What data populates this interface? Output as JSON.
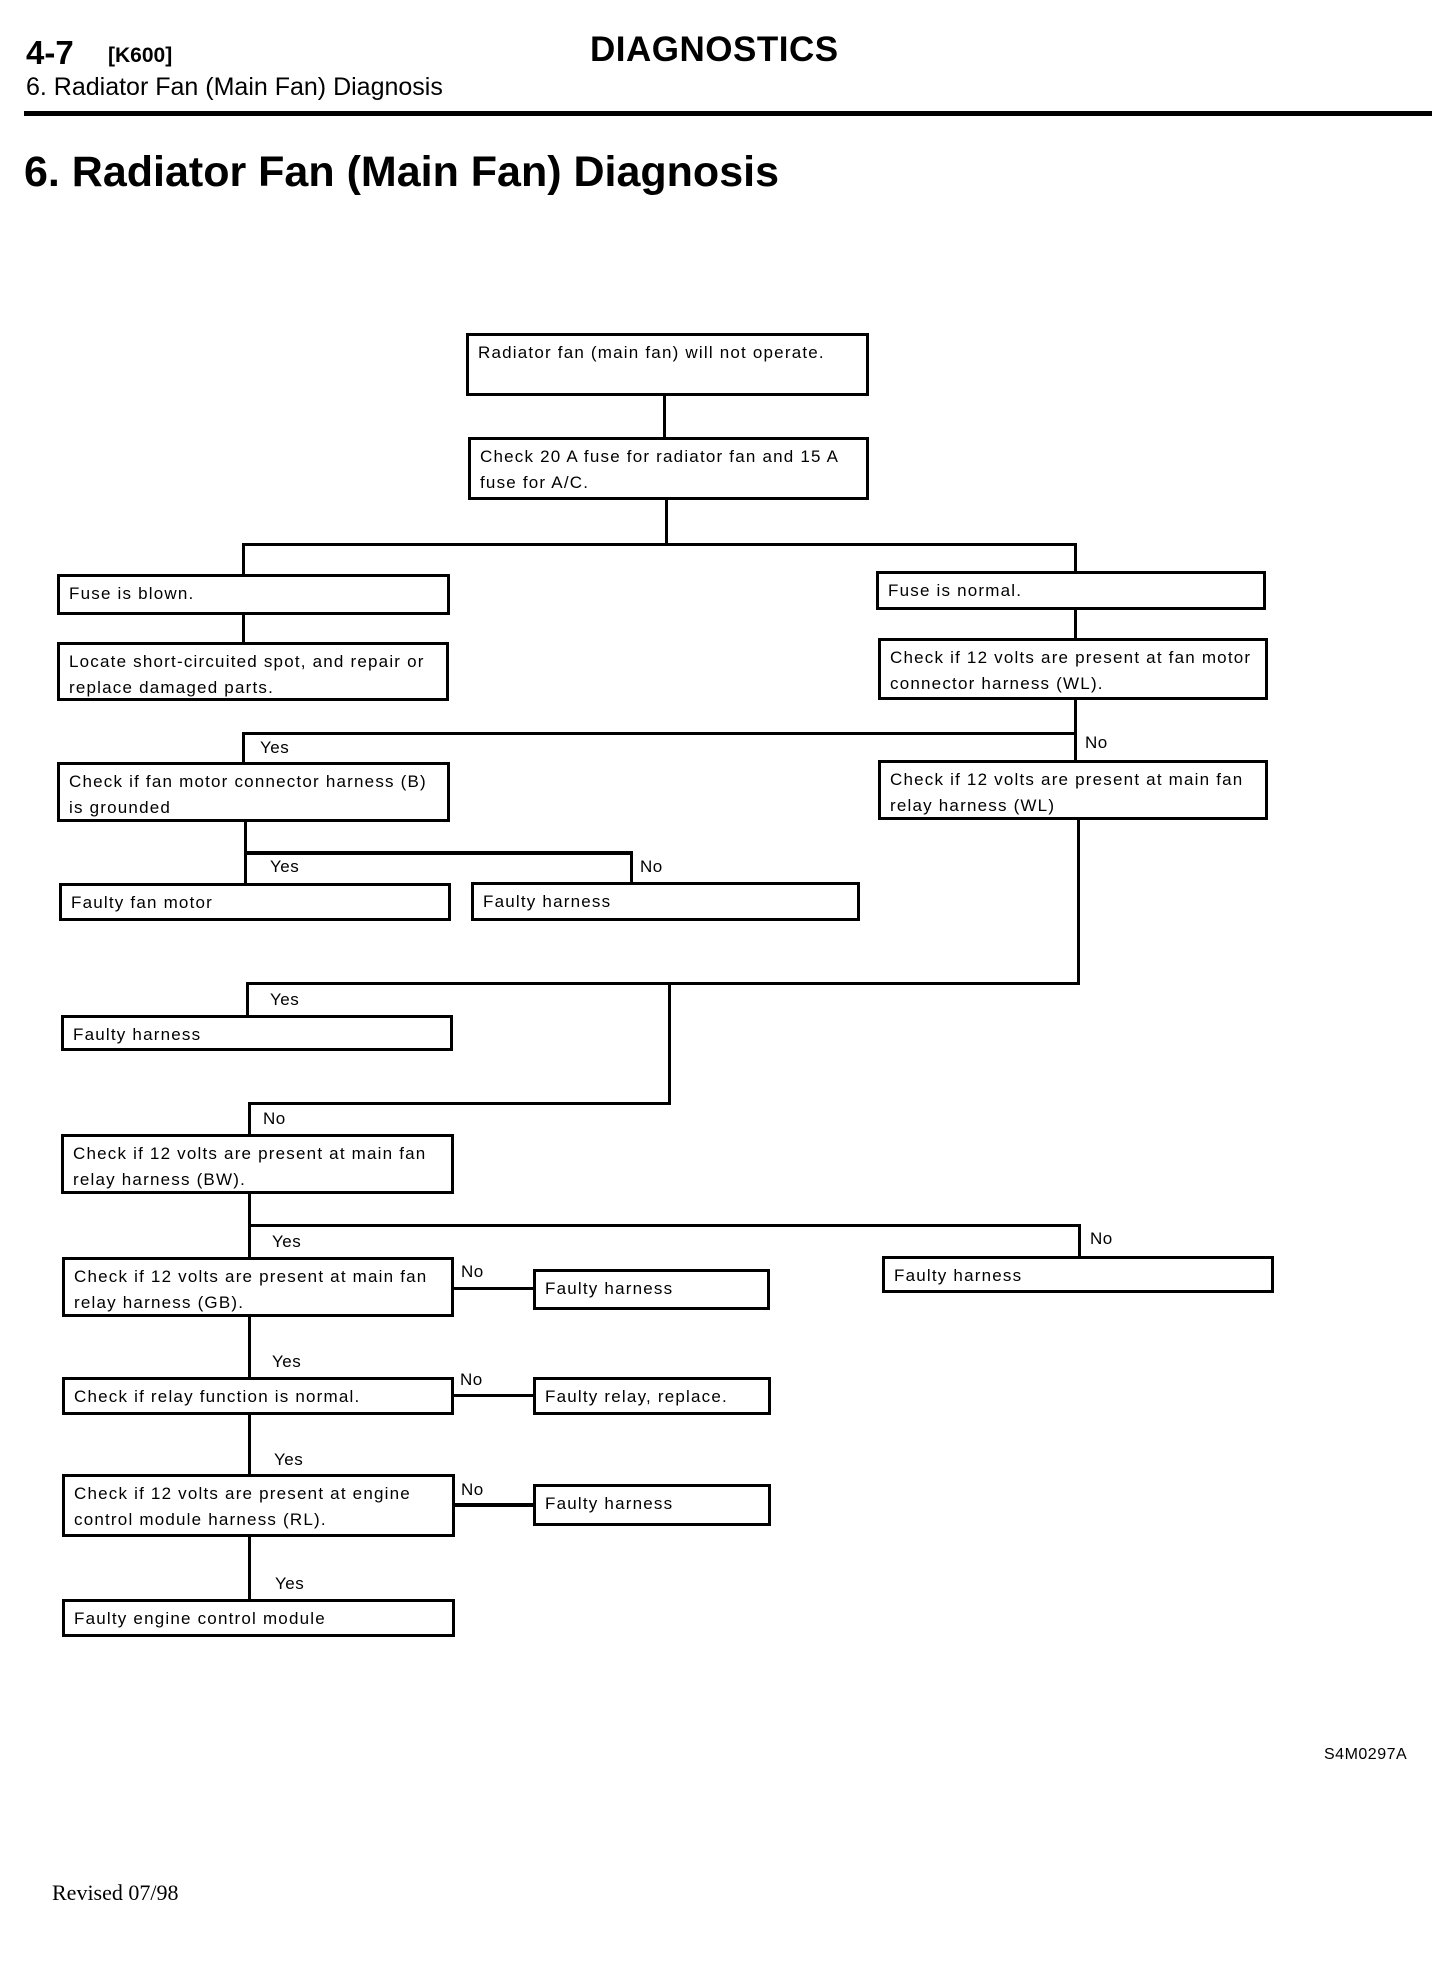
{
  "header": {
    "section_number": "4-7",
    "model_code": "[K600]",
    "subsection": "6. Radiator Fan (Main Fan) Diagnosis",
    "chapter": "DIAGNOSTICS"
  },
  "title": "6. Radiator Fan (Main Fan) Diagnosis",
  "flowchart": {
    "start": "Radiator fan (main fan) will not operate.",
    "check_fuse": "Check 20 A fuse for radiator fan and 15 A fuse for A/C.",
    "fuse_blown": "Fuse is blown.",
    "fuse_blown_action": "Locate short-circuited spot, and repair or replace damaged parts.",
    "fuse_normal": "Fuse is normal.",
    "check_motor_connector": "Check if 12 volts are present at fan motor connector harness (WL).",
    "check_grounded": "Check if fan motor connector harness (B) is grounded",
    "faulty_fan_motor": "Faulty fan motor",
    "faulty_harness_1": "Faulty harness",
    "check_relay_wl": "Check if 12 volts are present at main fan relay harness (WL)",
    "faulty_harness_2": "Faulty harness",
    "check_relay_bw": "Check if 12 volts are present at main fan relay harness (BW).",
    "faulty_harness_3": "Faulty harness",
    "check_relay_gb": "Check if 12 volts are present at main fan relay harness (GB).",
    "faulty_harness_4": "Faulty harness",
    "check_relay_function": "Check if relay function is normal.",
    "faulty_relay": "Faulty relay, replace.",
    "check_ecm": "Check if 12 volts are present at engine control module harness (RL).",
    "faulty_harness_5": "Faulty harness",
    "faulty_ecm": "Faulty engine control module",
    "yes": "Yes",
    "no": "No"
  },
  "figure_id": "S4M0297A",
  "footer": "Revised 07/98"
}
